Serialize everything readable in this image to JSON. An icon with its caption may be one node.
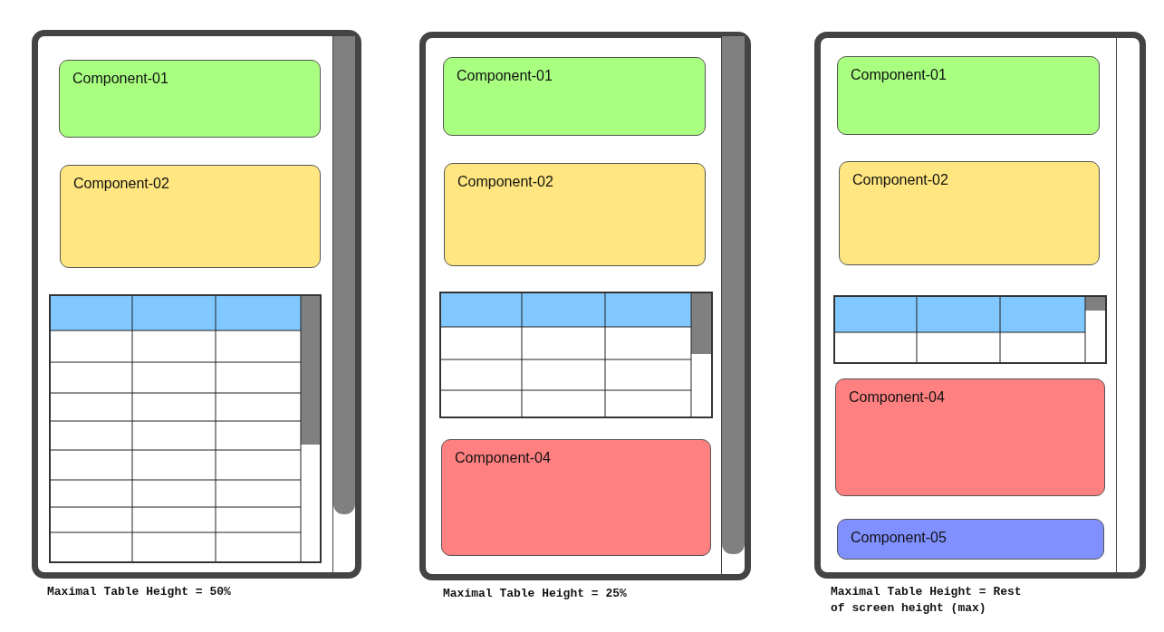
{
  "diagram": {
    "nodes": [
      {
        "text": [],
        "shape": "box",
        "beside": [
          "Maximal Table Height = 50%"
        ]
      },
      {
        "text": [
          "Component-01"
        ],
        "in": 0
      },
      {
        "text": [
          "Component-02"
        ],
        "in": 0
      },
      {
        "text": [],
        "shape": "table",
        "in": 0
      },
      {
        "text": [],
        "shape": "box",
        "beside": [
          "Maximal Table Height = 25%"
        ]
      },
      {
        "text": [
          "Component-01"
        ],
        "in": 4
      },
      {
        "text": [
          "Component-02"
        ],
        "in": 4
      },
      {
        "text": [],
        "shape": "table",
        "in": 4
      },
      {
        "text": [
          "Component-04"
        ],
        "in": 4
      },
      {
        "text": [],
        "shape": "box",
        "beside": [
          "Maximal Table Height = Rest of screen height (max)"
        ]
      },
      {
        "text": [
          "Component-01"
        ],
        "in": 9
      },
      {
        "text": [
          "Component-02"
        ],
        "in": 9
      },
      {
        "text": [],
        "shape": "table",
        "in": 9
      },
      {
        "text": [
          "Component-04"
        ],
        "in": 9
      },
      {
        "text": [
          "Component-05"
        ],
        "in": 9
      }
    ]
  }
}
